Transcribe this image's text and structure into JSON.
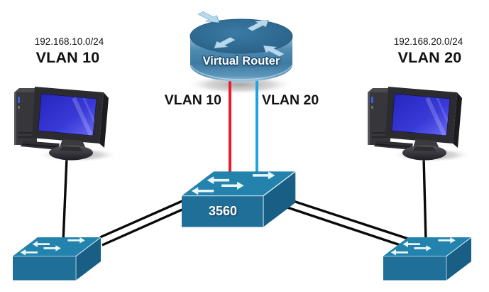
{
  "router": {
    "label": "Virtual Router"
  },
  "core_switch": {
    "label": "3560"
  },
  "left_segment": {
    "subnet": "192.168.10.0/24",
    "title": "VLAN 10"
  },
  "right_segment": {
    "subnet": "192.168.20.0/24",
    "title": "VLAN 20"
  },
  "trunks": {
    "vlan10": {
      "label": "VLAN 10",
      "color": "#e81c2e"
    },
    "vlan20": {
      "label": "VLAN 20",
      "color": "#1da3e2"
    }
  },
  "palette": {
    "device_top": "#2383ad",
    "device_front": "#1f6f99",
    "device_side": "#195e84",
    "ethernet_link": "#0a0a0a",
    "background": "#ffffff"
  },
  "icons": {
    "router": "cisco-router-icon",
    "core_switch": "cisco-switch-icon",
    "access_switch_left": "cisco-switch-icon",
    "access_switch_right": "cisco-switch-icon",
    "pc_left": "desktop-computer-icon",
    "pc_right": "desktop-computer-icon"
  }
}
